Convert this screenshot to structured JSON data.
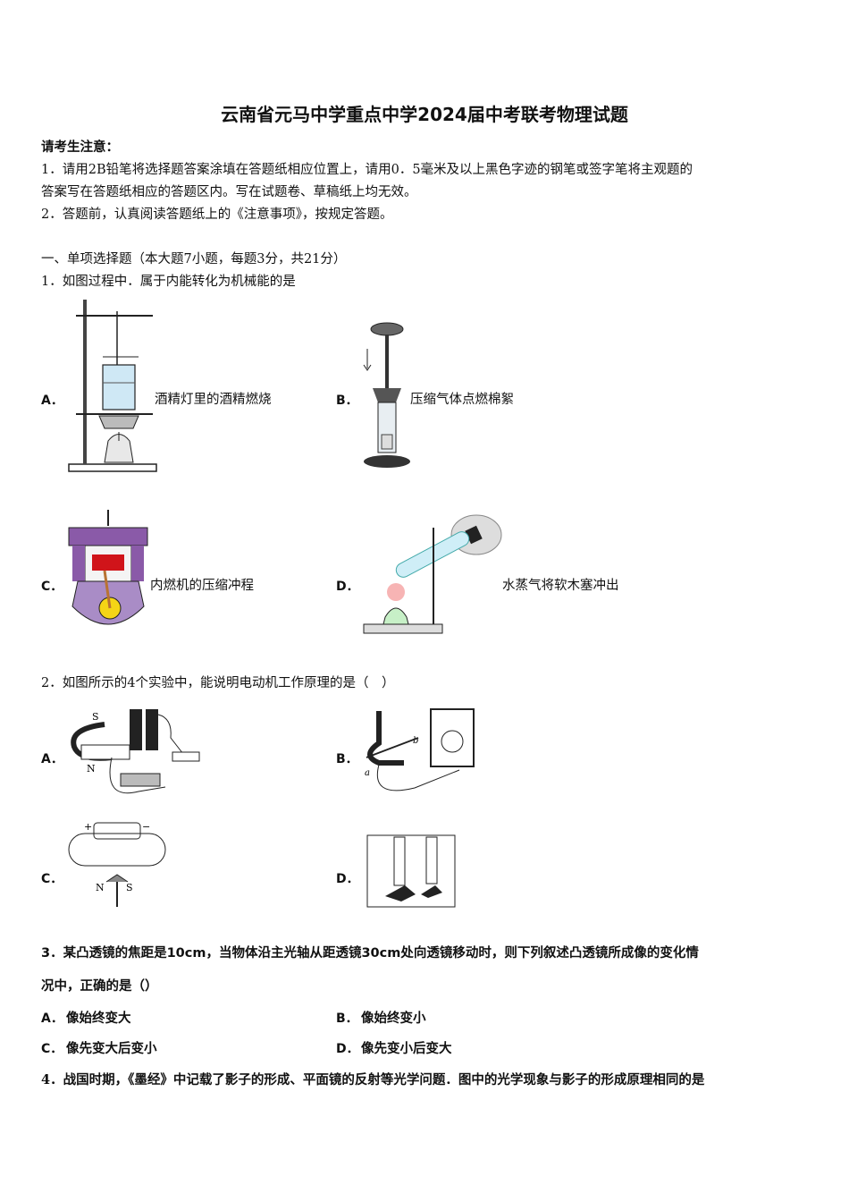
{
  "title": "云南省元马中学重点中学2024届中考联考物理试题",
  "notice": {
    "heading": "请考生注意：",
    "item1_line1": "1．请用2B铅笔将选择题答案涂填在答题纸相应位置上，请用0．5毫米及以上黑色字迹的钢笔或签字笔将主观题的",
    "item1_line2": "答案写在答题纸相应的答题区内。写在试题卷、草稿纸上均无效。",
    "item2": "2．答题前，认真阅读答题纸上的《注意事项》，按规定答题。"
  },
  "section1": "一、单项选择题（本大题7小题，每题3分，共21分）",
  "q1": {
    "stem": "1．如图过程中．属于内能转化为机械能的是",
    "options": [
      {
        "letter": "A．",
        "text": "酒精灯里的酒精燃烧"
      },
      {
        "letter": "B．",
        "text": "压缩气体点燃棉絮"
      },
      {
        "letter": "C．",
        "text": "内燃机的压缩冲程"
      },
      {
        "letter": "D．",
        "text": "水蒸气将软木塞冲出"
      }
    ]
  },
  "q2": {
    "stem": "2．如图所示的4个实验中，能说明电动机工作原理的是（　）",
    "options": [
      {
        "letter": "A．"
      },
      {
        "letter": "B．"
      },
      {
        "letter": "C．"
      },
      {
        "letter": "D．"
      }
    ],
    "fig_labels": {
      "s": "S",
      "n": "N",
      "b": "b",
      "a": "a",
      "plus": "+",
      "minus": "−"
    }
  },
  "q3": {
    "stem_line1": "3．某凸透镜的焦距是10cm，当物体沿主光轴从距透镜30cm处向透镜移动时，则下列叙述凸透镜所成像的变化情",
    "stem_line2": "况中，正确的是（）",
    "options": [
      {
        "letter": "A．",
        "text": "像始终变大"
      },
      {
        "letter": "B．",
        "text": "像始终变小"
      },
      {
        "letter": "C．",
        "text": "像先变大后变小"
      },
      {
        "letter": "D．",
        "text": "像先变小后变大"
      }
    ]
  },
  "q4": {
    "stem": "4．战国时期，《墨经》中记载了影子的形成、平面镜的反射等光学问题．图中的光学现象与影子的形成原理相同的是"
  }
}
